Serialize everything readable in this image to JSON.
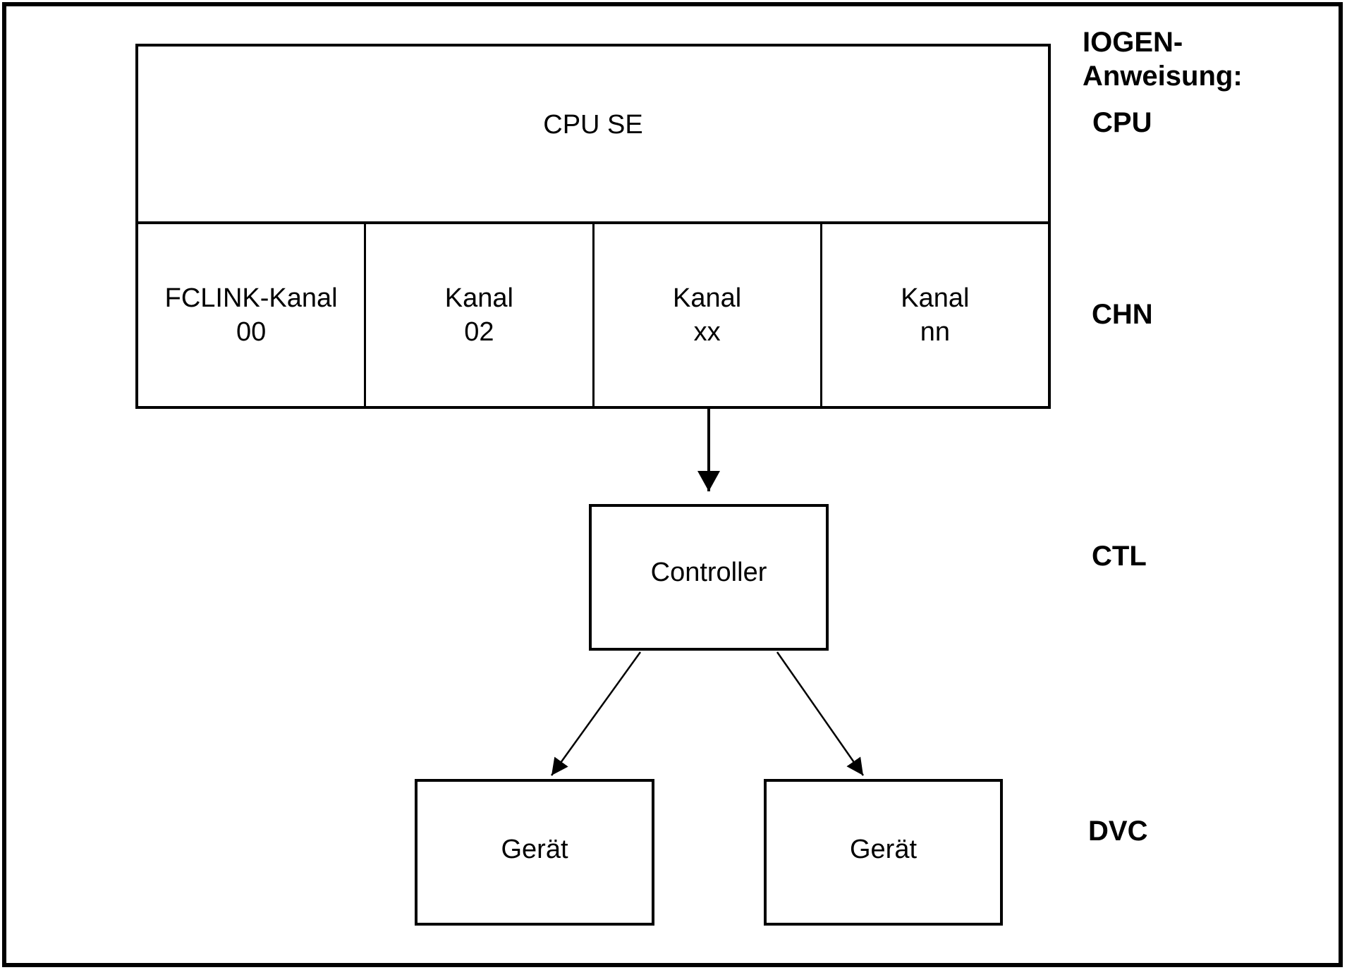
{
  "diagram": {
    "cpu": {
      "label": "CPU SE"
    },
    "channels": [
      {
        "line1": "FCLINK-Kanal",
        "line2": "00"
      },
      {
        "line1": "Kanal",
        "line2": "02"
      },
      {
        "line1": "Kanal",
        "line2": "xx"
      },
      {
        "line1": "Kanal",
        "line2": "nn"
      }
    ],
    "controller": {
      "label": "Controller"
    },
    "devices": [
      {
        "label": "Gerät"
      },
      {
        "label": "Gerät"
      }
    ],
    "legend": {
      "heading_line1": "IOGEN-",
      "heading_line2": "Anweisung:",
      "levels": [
        {
          "label": "CPU"
        },
        {
          "label": "CHN"
        },
        {
          "label": "CTL"
        },
        {
          "label": "DVC"
        }
      ]
    }
  },
  "colors": {
    "line": "#000000",
    "background": "#ffffff",
    "text": "#000000"
  }
}
